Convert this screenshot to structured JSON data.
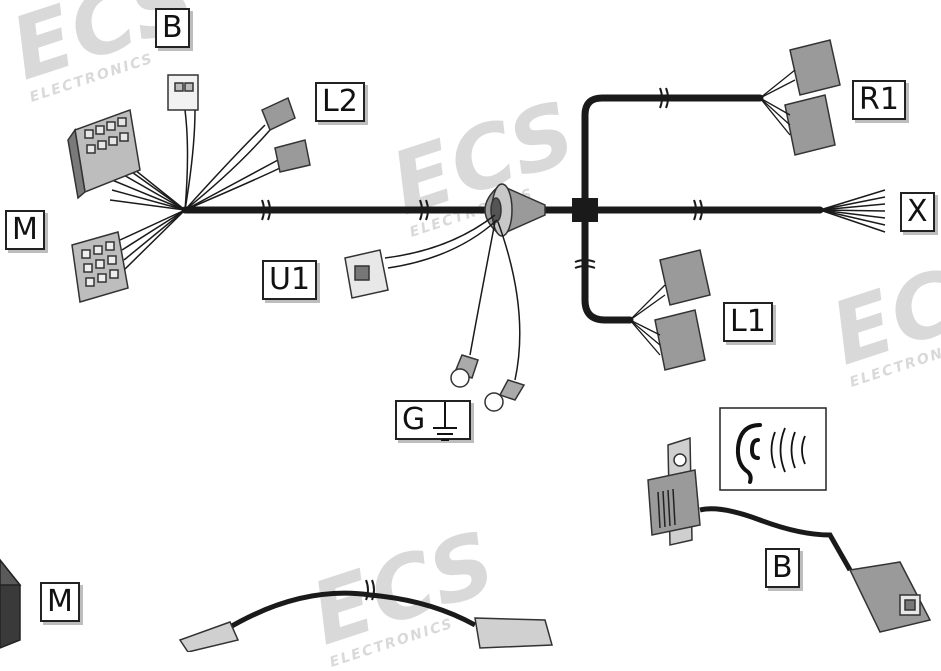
{
  "watermark": {
    "logo_text": "ECS",
    "sub_text": "ELECTRONICS"
  },
  "labels": {
    "b_top": "B",
    "l2": "L2",
    "r1": "R1",
    "m_left": "M",
    "x": "X",
    "u1": "U1",
    "l1": "L1",
    "g": "G",
    "b_bottom": "B",
    "m_bottom": "M"
  },
  "colors": {
    "cable": "#1a1a1a",
    "connector_dark": "#6e6e6e",
    "connector_mid": "#9a9a9a",
    "connector_light": "#cfcfcf",
    "label_shadow": "#bdbdbd"
  }
}
